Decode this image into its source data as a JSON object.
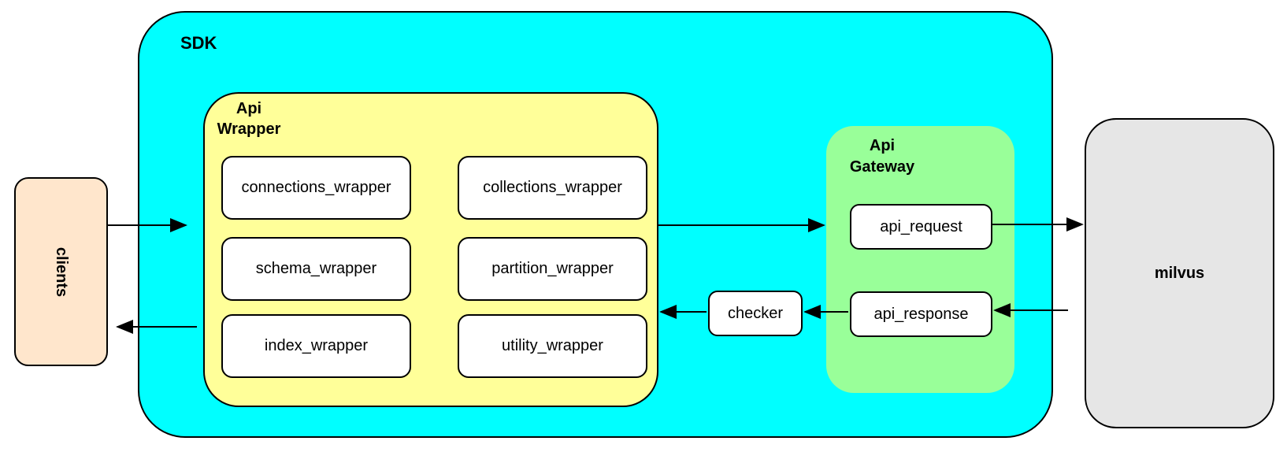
{
  "colors": {
    "canvas_background": "#FFFFFF",
    "clients_fill": "#FFE6CC",
    "sdk_fill": "#00FFFF",
    "api_wrapper_fill": "#FFFF99",
    "api_gateway_fill": "#99FF99",
    "milvus_fill": "#E6E6E6",
    "leaf_fill": "#FFFFFF",
    "border": "#000000",
    "arrow": "#000000"
  },
  "nodes": {
    "clients": {
      "label": "clients"
    },
    "sdk": {
      "label": "SDK"
    },
    "api_wrapper": {
      "label_lines": [
        "Api",
        "Wrapper"
      ],
      "items": [
        {
          "label": "connections_wrapper"
        },
        {
          "label": "collections_wrapper"
        },
        {
          "label": "schema_wrapper"
        },
        {
          "label": "partition_wrapper"
        },
        {
          "label": "index_wrapper"
        },
        {
          "label": "utility_wrapper"
        }
      ]
    },
    "checker": {
      "label": "checker"
    },
    "api_gateway": {
      "label_lines": [
        "Api",
        "Gateway"
      ],
      "items": [
        {
          "label": "api_request"
        },
        {
          "label": "api_response"
        }
      ]
    },
    "milvus": {
      "label": "milvus"
    }
  },
  "arrows": [
    {
      "from": "clients",
      "to": "api_wrapper"
    },
    {
      "from": "api_wrapper",
      "to": "clients"
    },
    {
      "from": "api_wrapper",
      "to": "api_gateway"
    },
    {
      "from": "api_request",
      "to": "milvus"
    },
    {
      "from": "milvus",
      "to": "api_response"
    },
    {
      "from": "api_response",
      "to": "checker"
    },
    {
      "from": "checker",
      "to": "api_wrapper"
    }
  ]
}
